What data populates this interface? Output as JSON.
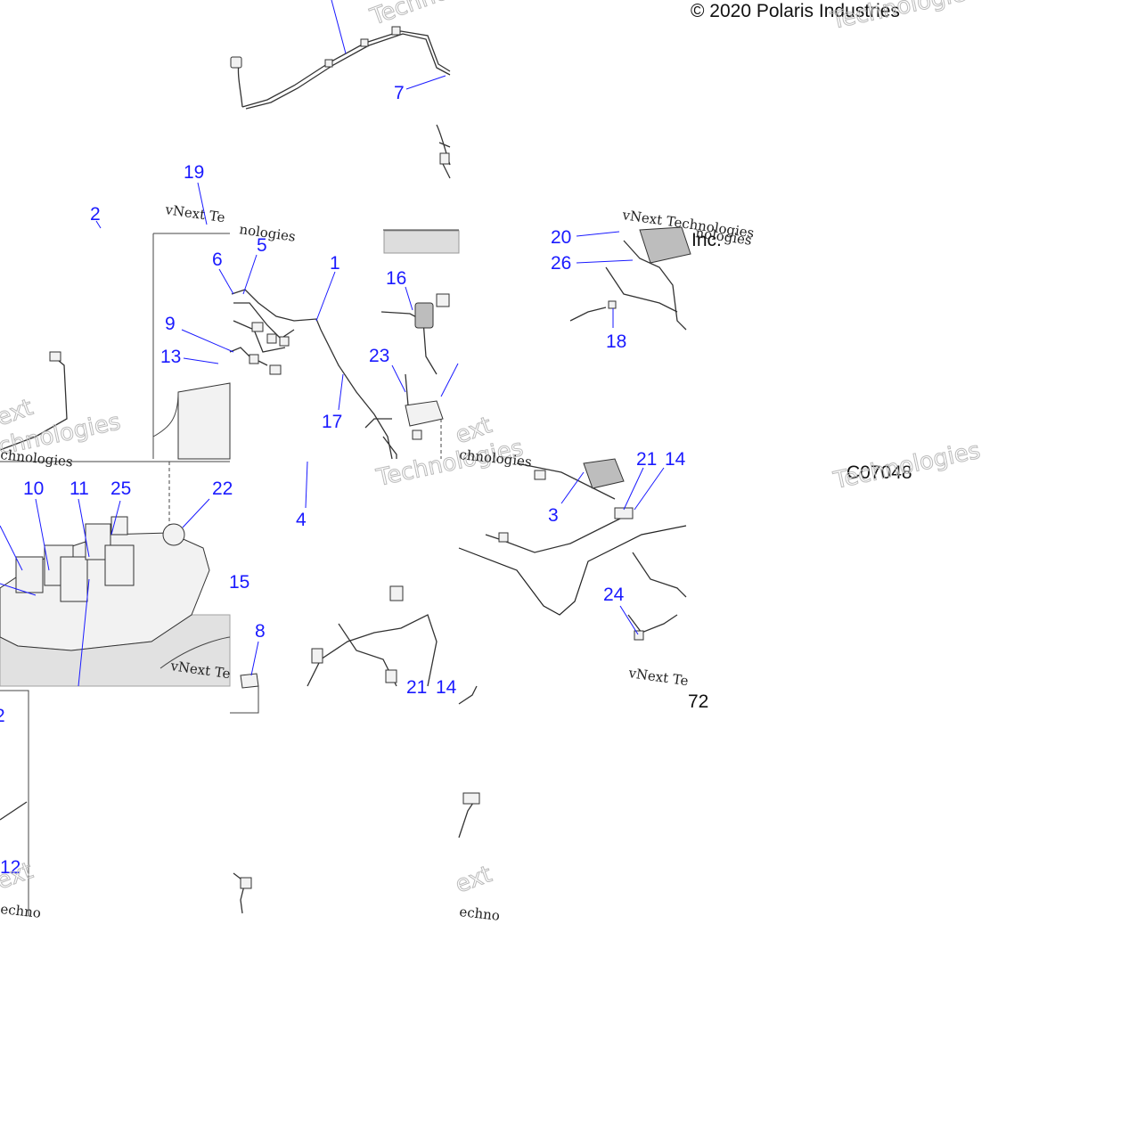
{
  "copyright": "© 2020 Polaris Industries",
  "figure_code": "C07048",
  "watermark": {
    "vnext": "vNext Te",
    "vnext_full": "vNext Technologies",
    "technologies": "Technologies",
    "inc": "Inc.",
    "fragment_nologies": "nologies",
    "fragment_chnologies": "chnologies",
    "fragment_echno": "echno",
    "fragment_ext": "ext",
    "fragment_techno": "Techno"
  },
  "fragment_72": "72",
  "callouts": {
    "c1": "1",
    "c2": "2",
    "c2b": "2",
    "c3": "3",
    "c4": "4",
    "c5": "5",
    "c6": "6",
    "c7": "7",
    "c8": "8",
    "c9": "9",
    "c10": "10",
    "c11": "11",
    "c12": "12",
    "c13": "13",
    "c14": "14",
    "c14b": "14",
    "c15": "15",
    "c16": "16",
    "c17": "17",
    "c18": "18",
    "c19": "19",
    "c20": "20",
    "c21": "21",
    "c21b": "21",
    "c22": "22",
    "c23": "23",
    "c24": "24",
    "c25": "25",
    "c26": "26"
  }
}
